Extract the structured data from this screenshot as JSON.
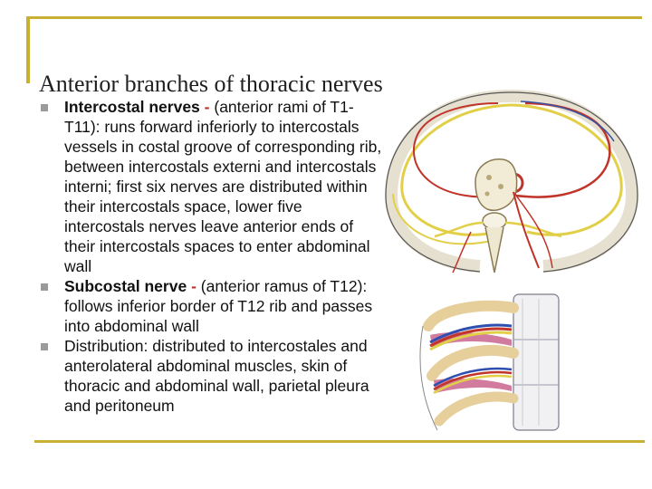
{
  "slide": {
    "title": "Anterior branches of thoracic nerves",
    "bullets": [
      {
        "term": "Intercostal nerves",
        "dash": "-",
        "text": " (anterior rami of T1- T11): runs forward inferiorly to intercostals vessels in costal groove of corresponding rib, between intercostals externi and intercostals interni; first six nerves are distributed within their intercostals space, lower five intercostals nerves leave anterior ends of their intercostals spaces to enter abdominal wall"
      },
      {
        "term": "Subcostal nerve",
        "dash": "-",
        "text": " (anterior ramus of T12): follows inferior border of T12 rib and passes into abdominal wall"
      },
      {
        "text": "Distribution: distributed to intercostales and anterolateral abdominal muscles, skin of thoracic and abdominal wall, parietal pleura and peritoneum"
      }
    ]
  },
  "colors": {
    "frame_accent": "#c8b035",
    "bullet_marker": "#9a9a9a",
    "dash_color": "#c0302a"
  },
  "figures": [
    {
      "icon": "thorax-cross-section-illustration"
    },
    {
      "icon": "thoracic-wall-dissection-illustration"
    }
  ]
}
